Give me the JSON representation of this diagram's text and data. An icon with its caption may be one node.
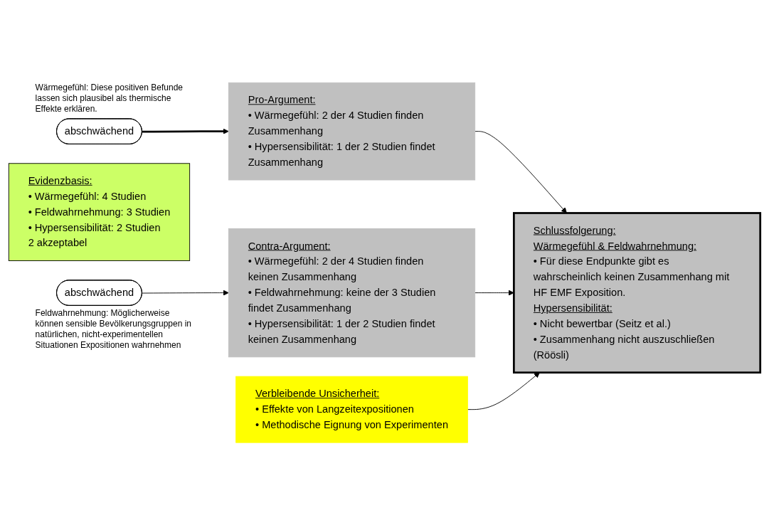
{
  "diagram": {
    "nodes": [
      {
        "text": [
          "abschwächend"
        ],
        "beside": [
          "Wärmegefühl: Diese positiven Befunde lassen sich plausibel als thermische Effekte erklären."
        ]
      },
      {
        "text": [
          "Evidenzbasis:",
          "• Wärmegefühl: 4 Studien",
          "• Feldwahrnehmung: 3 Studien",
          "• Hypersensibilität: 2 Studien",
          "2 akzeptabel"
        ]
      },
      {
        "text": [
          "Pro-Argument:",
          "• Wärmegefühl: 2 der 4 Studien finden Zusammenhang",
          "• Hypersensibilität: 1 der 2 Studien findet Zusammenhang"
        ]
      },
      {
        "text": [
          "Contra-Argument:",
          "• Wärmegefühl: 2 der 4 Studien finden keinen Zusammenhang",
          "• Feldwahrnehmung: keine der 3 Studien findet Zusammenhang",
          "• Hypersensibilität: 1 der 2 Studien findet keinen Zusammenhang"
        ]
      },
      {
        "text": [
          "Schlussfolgerung:",
          "Wärmegefühl & Feldwahrnehmung:",
          "• Für diese Endpunkte gibt es wahrscheinlich keinen Zusammenhang mit HF EMF Exposition.",
          "Hypersensibilität:",
          "• Nicht bewertbar (Seitz et al.)",
          "• Zusammenhang nicht auszuschließen (Röösli)"
        ]
      },
      {
        "text": [
          "abschwächend"
        ],
        "beside": [
          "Feldwahrnehmung: Möglicherweise können sensible Bevölkerungsgruppen in natürlichen, nicht-experimentellen Situationen Expositionen wahrnehmen"
        ]
      },
      {
        "text": [
          "Verbleibende Unsicherheit:",
          "• Effekte von Langzeitexpositionen",
          "• Methodische Eignung von Experimenten"
        ]
      }
    ],
    "edges": [
      {
        "from": 0,
        "to": 2,
        "arrow": "to",
        "style": "thick"
      },
      {
        "from": 2,
        "to": 4,
        "arrow": "to"
      },
      {
        "from": 3,
        "to": 4,
        "arrow": "to"
      },
      {
        "from": 5,
        "to": 3,
        "arrow": "to"
      },
      {
        "from": 6,
        "to": 4,
        "arrow": "to"
      }
    ]
  }
}
